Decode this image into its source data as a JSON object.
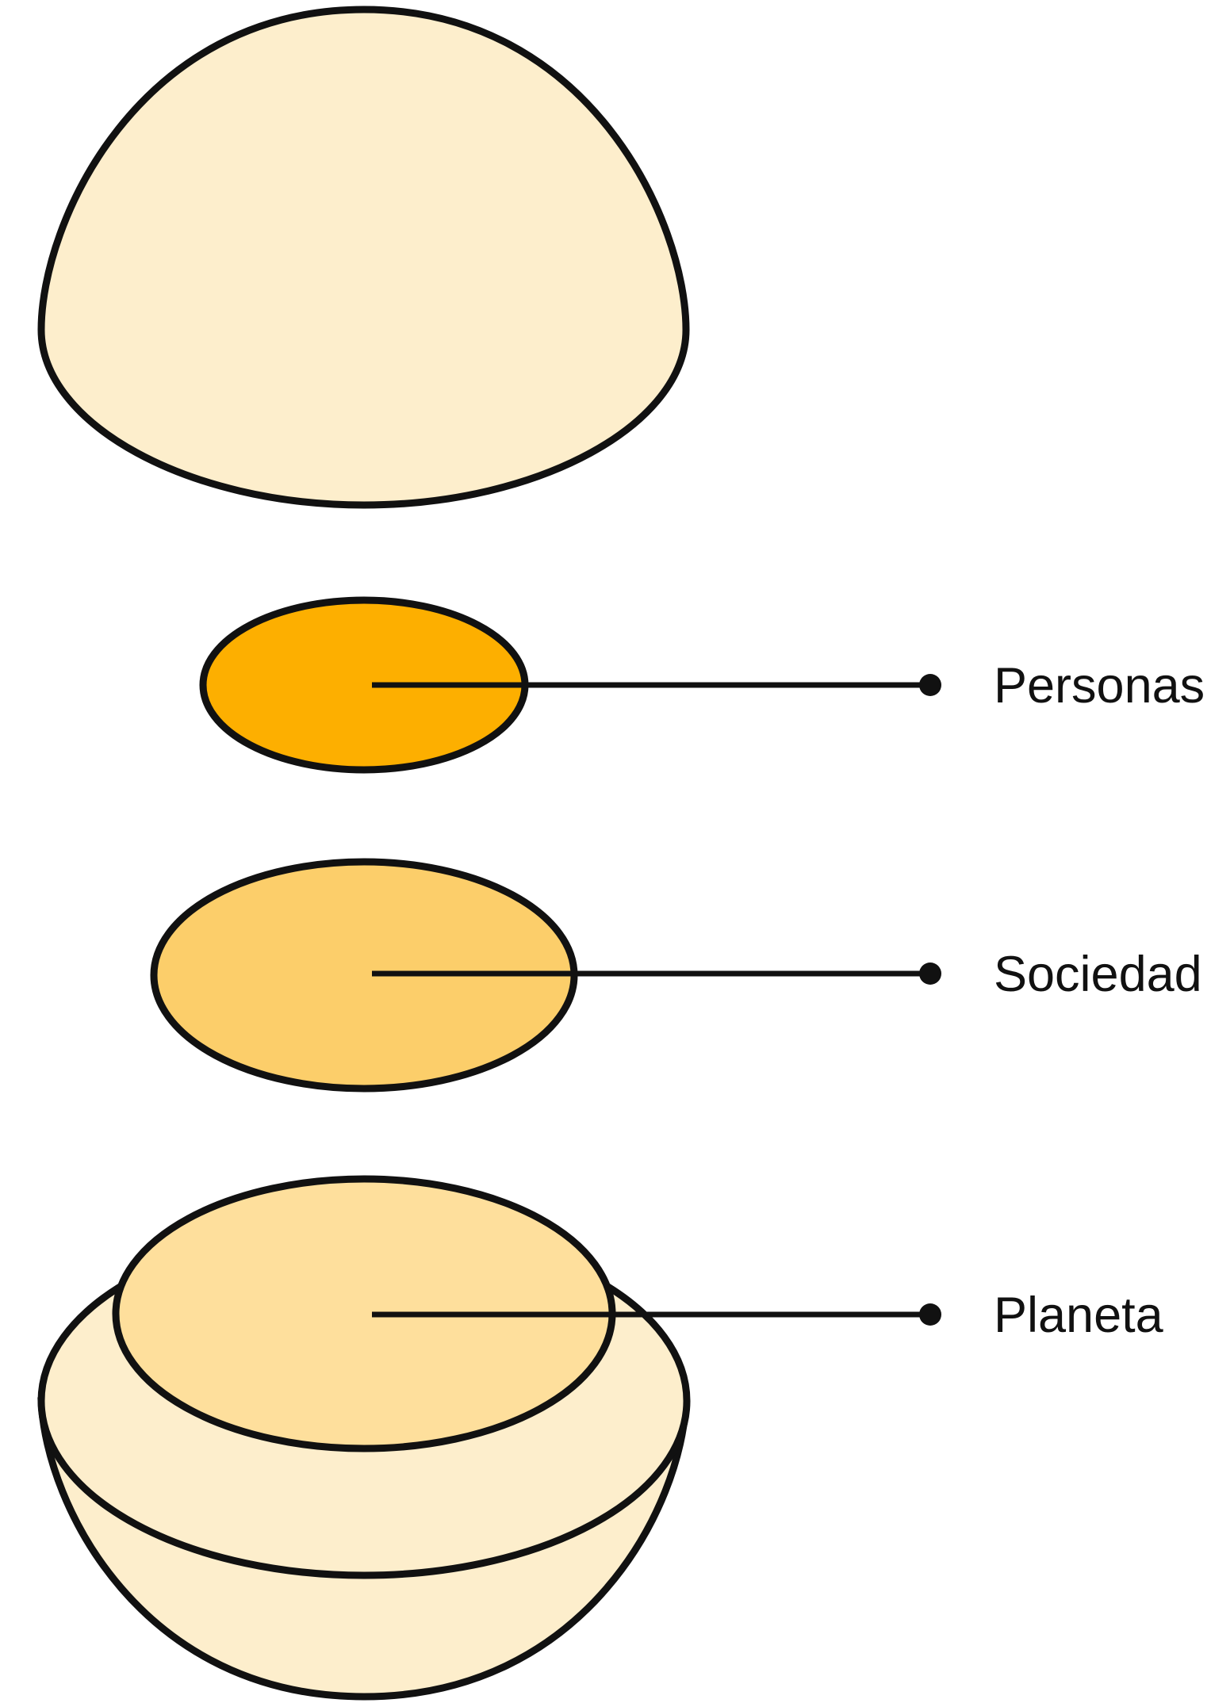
{
  "colors": {
    "outline": "#111111",
    "shell": "#FDEECC",
    "personas": "#FDAF00",
    "sociedad": "#FCCE6A",
    "planeta": "#FEDF9C"
  },
  "layers": [
    {
      "id": "personas",
      "label": "Personas"
    },
    {
      "id": "sociedad",
      "label": "Sociedad"
    },
    {
      "id": "planeta",
      "label": "Planeta"
    }
  ]
}
